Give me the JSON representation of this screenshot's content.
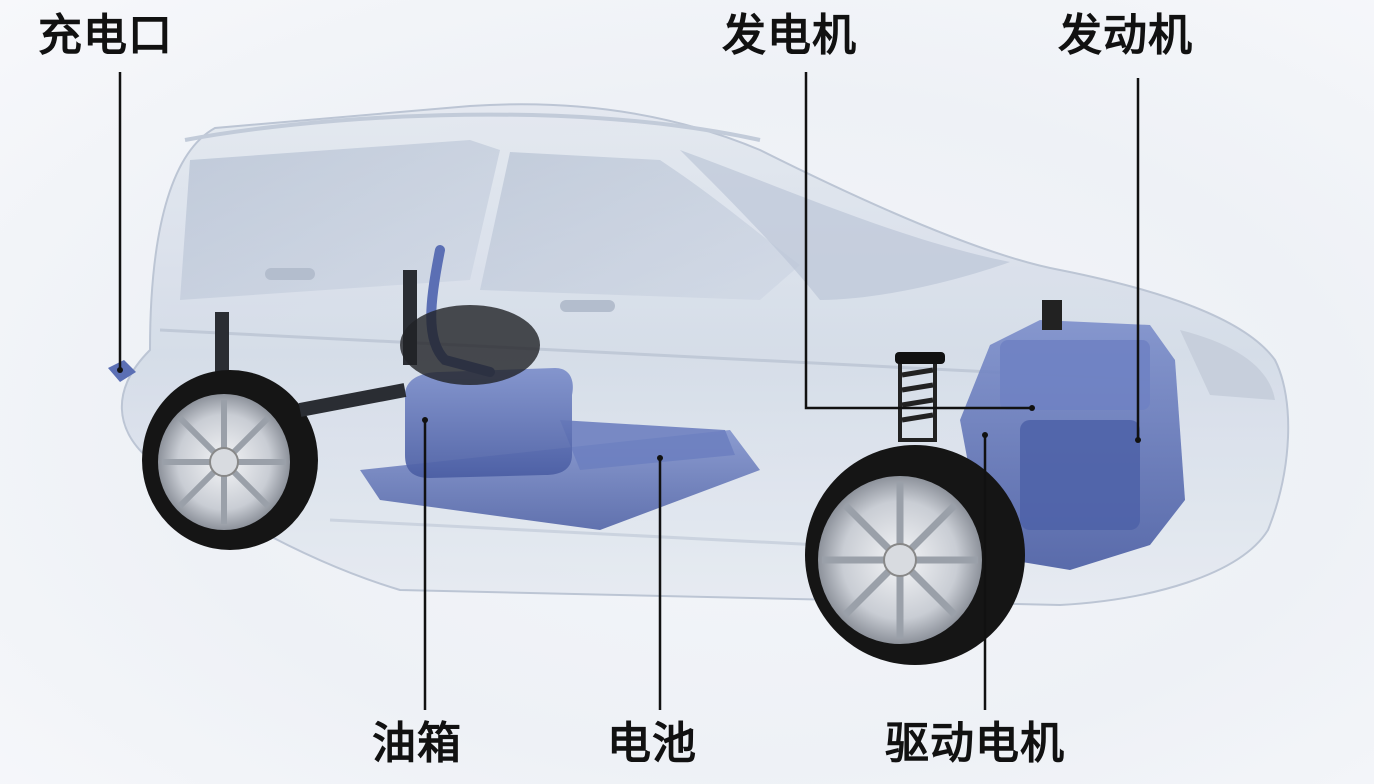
{
  "labels": {
    "charge_port": "充电口",
    "generator": "发电机",
    "engine": "发动机",
    "fuel_tank": "油箱",
    "battery": "电池",
    "drive_motor": "驱动电机"
  },
  "colors": {
    "component_blue": "#5b6fb4",
    "body_glass": "#c9d3e2",
    "leader_line": "#111111",
    "tire": "#151515"
  }
}
